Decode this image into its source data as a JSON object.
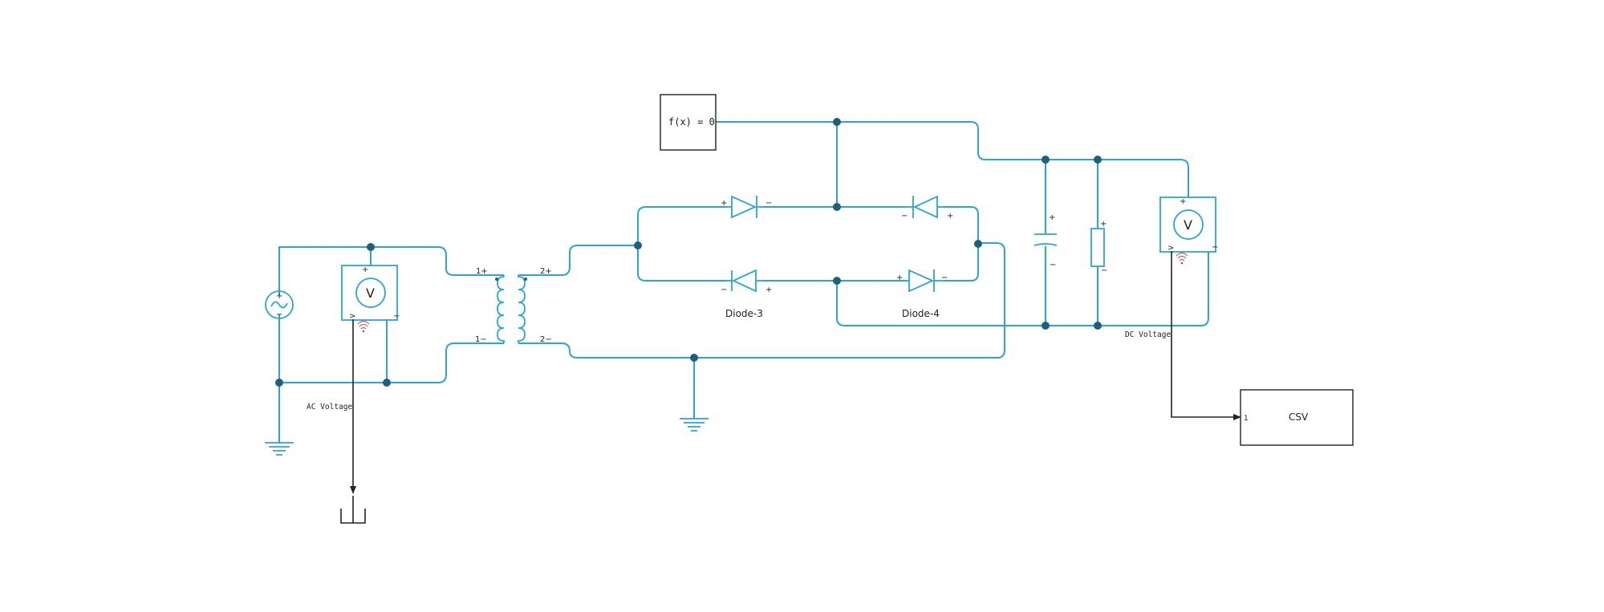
{
  "blocks": {
    "solver_config": {
      "label": "f(x) = 0"
    },
    "csv_sink": {
      "label": "CSV",
      "port_label": "1"
    },
    "ac_voltage_label": "AC Voltage",
    "dc_voltage_label": "DC Voltage",
    "diode3_label": "Diode-3",
    "diode4_label": "Diode-4",
    "voltmeter_symbol": "V",
    "transformer_ports": {
      "p1_plus": "1+",
      "p1_minus": "1−",
      "p2_plus": "2+",
      "p2_minus": "2−"
    },
    "measure_port": ">",
    "plus_sign": "+",
    "minus_sign": "−"
  },
  "colors": {
    "physical_wire": "#2aa6d6",
    "junction_node": "#1f5f7a",
    "signal_line": "#222222",
    "wireless_icon": "#cc4444"
  },
  "icons": [
    "ac-voltage-source-icon",
    "voltmeter-icon",
    "transformer-icon",
    "diode-icon",
    "capacitor-icon",
    "resistor-icon",
    "electrical-ground-icon",
    "wireless-signal-icon",
    "terminator-icon"
  ]
}
